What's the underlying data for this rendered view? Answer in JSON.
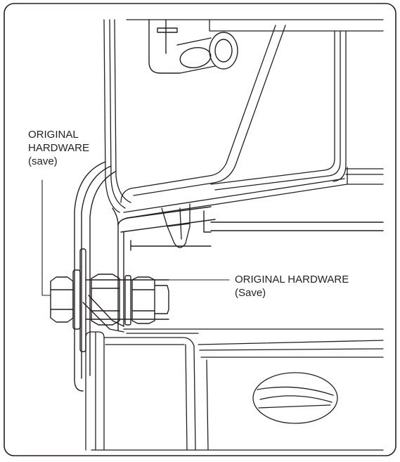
{
  "callouts": {
    "left": {
      "line1": "ORIGINAL",
      "line2": "HARDWARE",
      "line3": "(save)"
    },
    "right": {
      "line1": "ORIGINAL HARDWARE",
      "line2": "(Save)"
    }
  },
  "colors": {
    "ink": "#231f20",
    "background": "#ffffff"
  }
}
